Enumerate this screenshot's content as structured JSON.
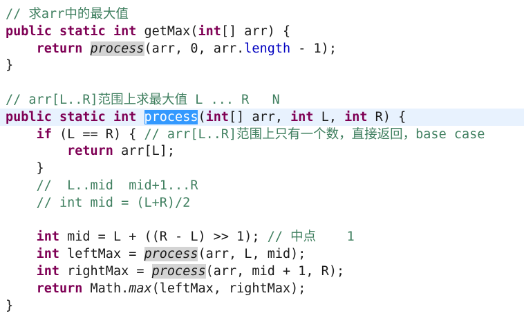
{
  "editor": {
    "lines": [
      [
        [
          "cm",
          "// 求arr中的最大值"
        ]
      ],
      [
        [
          "kw",
          "public"
        ],
        [
          "",
          " "
        ],
        [
          "kw",
          "static"
        ],
        [
          "",
          " "
        ],
        [
          "kw",
          "int"
        ],
        [
          "",
          " getMax("
        ],
        [
          "kw",
          "int"
        ],
        [
          "",
          "[] arr) {"
        ]
      ],
      [
        [
          "",
          "    "
        ],
        [
          "kw",
          "return"
        ],
        [
          "",
          " "
        ],
        [
          "it occ",
          "process"
        ],
        [
          "",
          "(arr, 0, arr."
        ],
        [
          "fld",
          "length"
        ],
        [
          "",
          " - 1);"
        ]
      ],
      [
        [
          "",
          "}"
        ]
      ],
      [],
      [
        [
          "cm",
          "// arr[L..R]范围上求最大值 L ... R   N"
        ]
      ],
      [
        [
          "kw",
          "public"
        ],
        [
          "",
          " "
        ],
        [
          "kw",
          "static"
        ],
        [
          "",
          " "
        ],
        [
          "kw",
          "int"
        ],
        [
          "",
          " "
        ],
        [
          "sel",
          "process"
        ],
        [
          "",
          "("
        ],
        [
          "kw",
          "int"
        ],
        [
          "",
          "[] arr, "
        ],
        [
          "kw",
          "int"
        ],
        [
          "",
          " L, "
        ],
        [
          "kw",
          "int"
        ],
        [
          "",
          " R) {"
        ]
      ],
      [
        [
          "",
          "    "
        ],
        [
          "kw",
          "if"
        ],
        [
          "",
          " (L == R) { "
        ],
        [
          "cm",
          "// arr[L..R]范围上只有一个数，直接返回，base case"
        ]
      ],
      [
        [
          "",
          "        "
        ],
        [
          "kw",
          "return"
        ],
        [
          "",
          " arr[L];"
        ]
      ],
      [
        [
          "",
          "    }"
        ]
      ],
      [
        [
          "",
          "    "
        ],
        [
          "cm",
          "//  L..mid  mid+1...R"
        ]
      ],
      [
        [
          "",
          "    "
        ],
        [
          "cm",
          "// int mid = (L+R)/2"
        ]
      ],
      [],
      [
        [
          "",
          "    "
        ],
        [
          "kw",
          "int"
        ],
        [
          "",
          " mid = L + ((R - L) >> 1); "
        ],
        [
          "cm",
          "// 中点    1"
        ]
      ],
      [
        [
          "",
          "    "
        ],
        [
          "kw",
          "int"
        ],
        [
          "",
          " leftMax = "
        ],
        [
          "it occ",
          "process"
        ],
        [
          "",
          "(arr, L, mid);"
        ]
      ],
      [
        [
          "",
          "    "
        ],
        [
          "kw",
          "int"
        ],
        [
          "",
          " rightMax = "
        ],
        [
          "it occ",
          "process"
        ],
        [
          "",
          "(arr, mid + 1, R);"
        ]
      ],
      [
        [
          "",
          "    "
        ],
        [
          "kw",
          "return"
        ],
        [
          "",
          " Math."
        ],
        [
          "it",
          "max"
        ],
        [
          "",
          "(leftMax, rightMax);"
        ]
      ],
      [
        [
          "",
          "}"
        ]
      ]
    ]
  }
}
